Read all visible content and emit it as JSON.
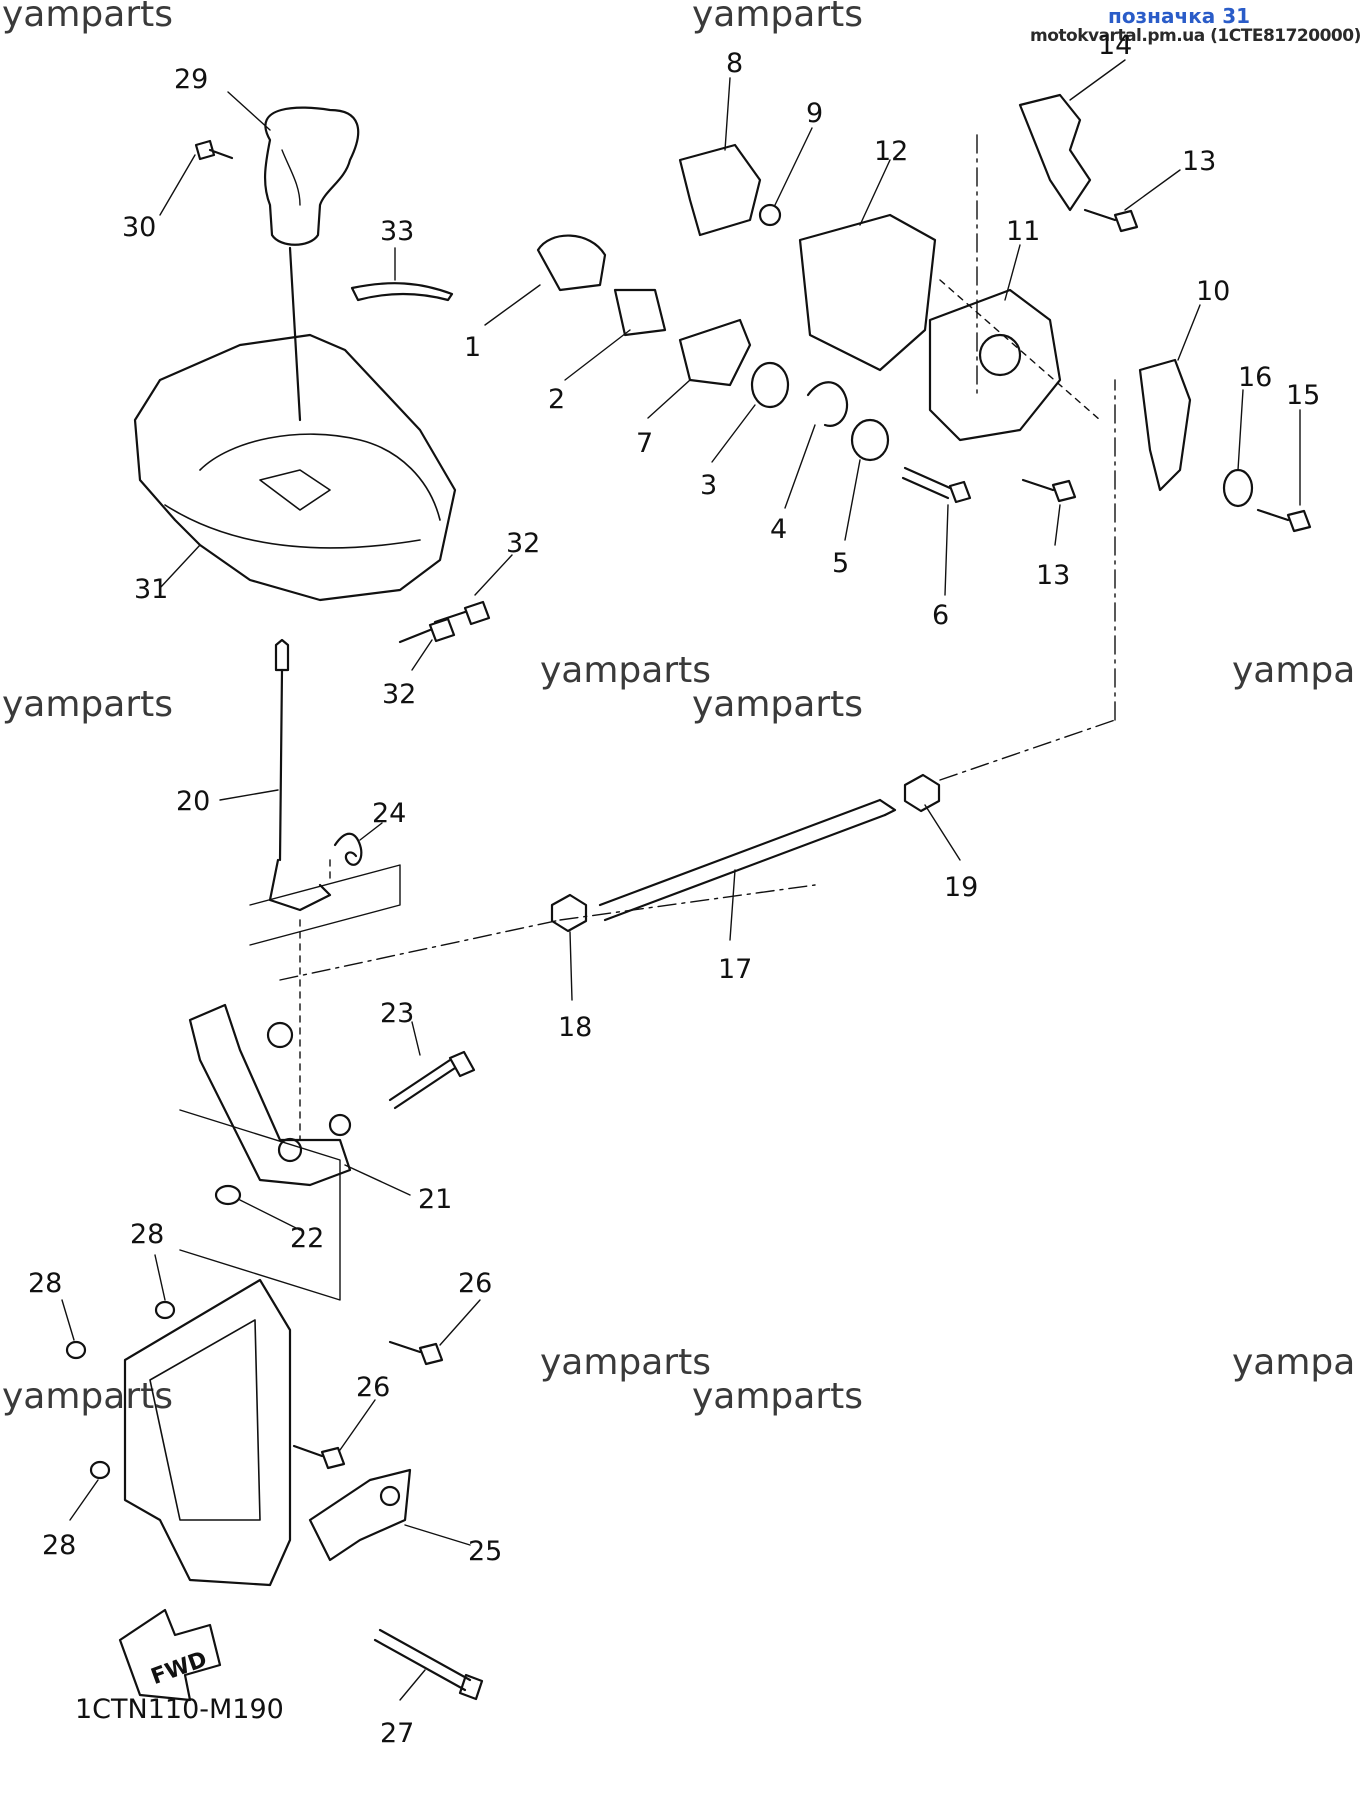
{
  "header": {
    "title": "позначка 31",
    "source": "motokvartal.pm.ua (1CTE81720000)"
  },
  "diagram_code": "1CTN110-M190",
  "fwd_label": "FWD",
  "watermarks": [
    "yamparts",
    "yamparts",
    "yamparts",
    "yamparts",
    "yamparts",
    "yampa",
    "yamparts",
    "yamparts",
    "yamparts",
    "yampa"
  ],
  "callouts": [
    "29",
    "30",
    "33",
    "31",
    "32",
    "32",
    "20",
    "24",
    "21",
    "22",
    "23",
    "28",
    "28",
    "28",
    "26",
    "26",
    "25",
    "27",
    "8",
    "9",
    "12",
    "14",
    "13",
    "11",
    "10",
    "16",
    "15",
    "1",
    "2",
    "7",
    "3",
    "4",
    "5",
    "6",
    "13",
    "19",
    "17",
    "18"
  ]
}
